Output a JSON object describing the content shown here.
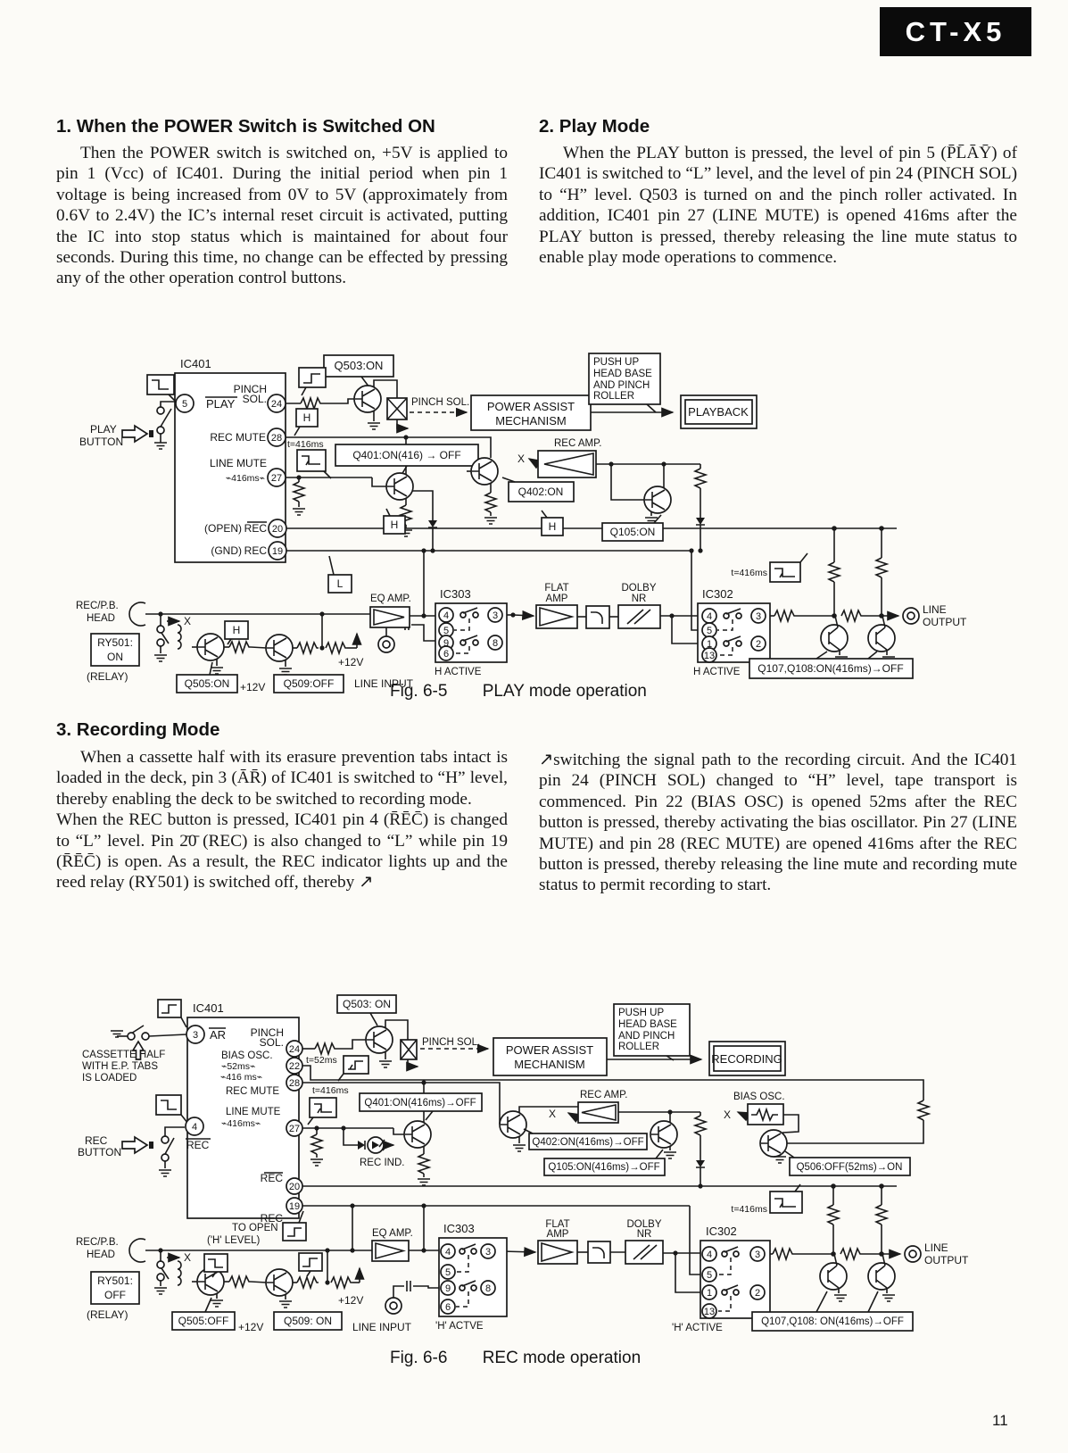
{
  "page": {
    "model": "CT-X5",
    "page_number": "11"
  },
  "sections": {
    "s1": {
      "heading": "1. When the POWER Switch is Switched ON",
      "body": "Then the POWER switch is switched on, +5V is applied to pin 1 (Vcc) of IC401. During the initial period when pin 1 voltage is being increased from 0V to 5V (approximately from 0.6V to 2.4V) the IC’s internal reset circuit is activated, putting the IC into stop status which is maintained for about four seconds. During this time, no change can be effected by pressing any of the other operation control buttons."
    },
    "s2": {
      "heading": "2. Play Mode",
      "body": "When the PLAY button is pressed, the level of pin 5 (P̄L̄ĀȲ) of IC401 is switched to “L” level, and the level of pin 24 (PINCH SOL) to “H” level. Q503 is turned on and the pinch roller activated. In addition, IC401 pin 27 (LINE MUTE) is opened 416ms after the PLAY button is pressed, thereby releasing the line mute status to enable play mode operations to commence."
    },
    "s3": {
      "heading": "3. Recording Mode",
      "body_left_1": "When a cassette half with its erasure prevention tabs intact is loaded in the deck, pin 3 (ĀR̄) of IC401 is switched to “H” level, thereby enabling the deck to be switched to recording mode.",
      "body_left_2": "When the REC button is pressed, IC401 pin 4 (R̄ĒC̄) is changed to “L” level. Pin 2̄0̄ (REC) is also changed to “L” while pin 19 (R̄ĒC̄) is open. As a result, the REC indicator lights up and the reed relay (RY501) is switched off, thereby ↗",
      "body_right": "↗switching the signal path to the recording circuit. And the IC401 pin 24 (PINCH SOL) changed to “H” level, tape transport is commenced. Pin 22 (BIAS OSC) is opened 52ms after the REC button is pressed, thereby activating the bias oscillator. Pin 27 (LINE MUTE) and pin 28 (REC MUTE) are opened 416ms after the REC button is pressed, thereby releasing the line mute and recording mute status to permit recording to start."
    }
  },
  "fig65": {
    "caption_num": "Fig. 6-5",
    "caption_text": "PLAY mode operation",
    "labels": {
      "ic401": "IC401",
      "pin5": "5",
      "play_bar": "PLAY",
      "pinch": "PINCH",
      "sol": "SOL.",
      "pin24": "24",
      "rec_mute": "REC MUTE",
      "pin28": "28",
      "line_mute": "LINE MUTE",
      "ms416_dash": "⌁416ms⌁",
      "pin27": "27",
      "open": "(OPEN)",
      "rec_bar": "REC",
      "pin20": "20",
      "gnd": "(GND)",
      "rec": "REC",
      "pin19": "19",
      "play_button": [
        "PLAY",
        "BUTTON"
      ],
      "q503": "Q503:ON",
      "h": "H",
      "l": "L",
      "t416": "t=416ms",
      "q401": "Q401:ON(416) → OFF",
      "pinch_sol": "PINCH SOL.",
      "power_assist": [
        "POWER ASSIST",
        "MECHANISM"
      ],
      "push_up": [
        "PUSH UP",
        "HEAD BASE",
        "AND PINCH",
        "ROLLER"
      ],
      "playback": "PLAYBACK",
      "rec_amp": "REC AMP.",
      "x": "X",
      "q402": "Q402:ON",
      "q105": "Q105:ON",
      "eq_amp": "EQ AMP.",
      "ic303": "IC303",
      "ic303_pins": [
        "4",
        "3",
        "5",
        "9",
        "8",
        "6"
      ],
      "flat": [
        "FLAT",
        "AMP"
      ],
      "dolby": [
        "DOLBY",
        "NR"
      ],
      "ic302": "IC302",
      "ic302_pins": [
        "4",
        "3",
        "5",
        "1",
        "2",
        "13"
      ],
      "q107_108": "Q107,Q108:ON(416ms)→OFF",
      "line_output": [
        "LINE",
        "OUTPUT"
      ],
      "h_active": "H  ACTIVE",
      "rec_pb": [
        "REC/P.B.",
        "HEAD"
      ],
      "ry501": [
        "RY501:",
        "ON"
      ],
      "relay": "(RELAY)",
      "q505": "Q505:ON",
      "q509": "Q509:OFF",
      "p12v": "+12V",
      "line_input": "LINE INPUT"
    }
  },
  "fig66": {
    "caption_num": "Fig. 6-6",
    "caption_text": "REC mode operation",
    "labels": {
      "ic401": "IC401",
      "pin3": "3",
      "ar_bar": "AR",
      "cassette": [
        "CASSETTE HALF",
        "WITH E.P. TABS",
        "IS LOADED"
      ],
      "pinch": "PINCH",
      "sol": "SOL.",
      "pin24": "24",
      "bias_osc_pin": "BIAS OSC.",
      "ms52_dash": "⌁52ms⌁",
      "pin22": "22",
      "ms416_dash": "⌁416 ms⌁",
      "pin28": "28",
      "rec_mute": "REC MUTE",
      "line_mute": "LINE MUTE",
      "ms416_dash2": "⌁416ms⌁",
      "pin27": "27",
      "pin4": "4",
      "rec_bar": "REC",
      "rec_button": [
        "REC",
        "BUTTON"
      ],
      "rec_bar20": "REC",
      "pin20": "20",
      "pin19": "19",
      "rec19": "REC",
      "to_open": [
        "TO OPEN",
        "('H'  LEVEL)"
      ],
      "q503": "Q503: ON",
      "t52": "t=52ms",
      "t416": "t=416ms",
      "q401": "Q401:ON(416ms)→OFF",
      "rec_ind": "REC IND.",
      "pinch_sol": "PINCH SOL.",
      "power_assist": [
        "POWER ASSIST",
        "MECHANISM"
      ],
      "push_up": [
        "PUSH UP",
        "HEAD  BASE",
        "AND  PINCH",
        "ROLLER"
      ],
      "recording": "RECORDING",
      "rec_amp": "REC AMP.",
      "x": "X",
      "q402": "Q402:ON(416ms)→OFF",
      "q105": "Q105:ON(416ms)→OFF",
      "bias_osc": "BIAS OSC.",
      "q506": "Q506:OFF(52ms)→ON",
      "rec_pb": [
        "REC/P.B.",
        "HEAD"
      ],
      "ry501": [
        "RY501:",
        "OFF"
      ],
      "relay": "(RELAY)",
      "q505": "Q505:OFF",
      "q509": "Q509: ON",
      "p12v": "+12V",
      "line_input": "LINE INPUT",
      "eq_amp": "EQ AMP.",
      "ic303": "IC303",
      "ic303_pins": [
        "4",
        "3",
        "5",
        "9",
        "8",
        "6"
      ],
      "flat": [
        "FLAT",
        "AMP"
      ],
      "dolby": [
        "DOLBY",
        "NR"
      ],
      "ic302": "IC302",
      "ic302_pins": [
        "4",
        "3",
        "5",
        "1",
        "2",
        "13"
      ],
      "h_actve": "'H'  ACTVE",
      "h_active": "'H'  ACTIVE",
      "q107_108": "Q107,Q108: ON(416ms)→OFF",
      "line_output": [
        "LINE",
        "OUTPUT"
      ]
    }
  }
}
